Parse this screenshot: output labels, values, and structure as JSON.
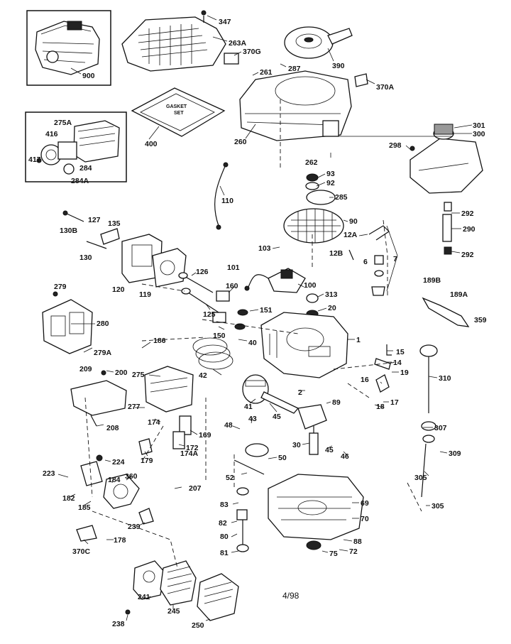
{
  "labels": {
    "p347": "347",
    "p263A": "263A",
    "p370G": "370G",
    "p390": "390",
    "p287": "287",
    "p261": "261",
    "p370A": "370A",
    "p900": "900",
    "p275A_top": "275A",
    "p416": "416",
    "p417": "417",
    "p284": "284",
    "p284A": "284A",
    "p400": "400",
    "p260": "260",
    "p262": "262",
    "p93": "93",
    "p92": "92",
    "p285": "285",
    "p301": "301",
    "p300": "300",
    "p298": "298",
    "p110": "110",
    "p127": "127",
    "p130B": "130B",
    "p135": "135",
    "p130": "130",
    "p90": "90",
    "p12A": "12A",
    "p292a": "292",
    "p290": "290",
    "p292b": "292",
    "p103": "103",
    "p12B": "12B",
    "p6": "6",
    "p7": "7",
    "p101": "101",
    "p100": "100",
    "p313": "313",
    "p20": "20",
    "p126": "126",
    "p120": "120",
    "p119": "119",
    "p160": "160",
    "p151": "151",
    "p125": "125",
    "p279": "279",
    "p189B": "189B",
    "p189A": "189A",
    "p359": "359",
    "p280": "280",
    "p279A": "279A",
    "p150": "150",
    "p40": "40",
    "p1": "1",
    "p186": "186",
    "p15": "15",
    "p14": "14",
    "p19": "19",
    "p209": "209",
    "p200": "200",
    "p275": "275",
    "p42": "42",
    "p310": "310",
    "p16": "16",
    "p2": "2",
    "p17": "17",
    "p18": "18",
    "p89": "89",
    "p41": "41",
    "p45a": "45",
    "p277": "277",
    "p174": "174",
    "p208": "208",
    "p43": "43",
    "p48": "48",
    "p307": "307",
    "p169": "169",
    "p30": "30",
    "p172": "172",
    "p174A": "174A",
    "p45b": "45",
    "p46": "46",
    "p309": "309",
    "p179": "179",
    "p224": "224",
    "p50": "50",
    "p52": "52",
    "p223": "223",
    "p360": "360",
    "p184": "184",
    "p305a": "305",
    "p207": "207",
    "p182": "182",
    "p185": "185",
    "p69": "69",
    "p83": "83",
    "p305b": "305",
    "p70": "70",
    "p239": "239",
    "p82": "82",
    "p178": "178",
    "p370C": "370C",
    "p80": "80",
    "p88": "88",
    "p72": "72",
    "p81": "81",
    "p75": "75",
    "p241": "241",
    "p245": "245",
    "p238": "238",
    "p250": "250"
  },
  "gasket_text": [
    "GASKET",
    "SET"
  ],
  "date": "4/98"
}
